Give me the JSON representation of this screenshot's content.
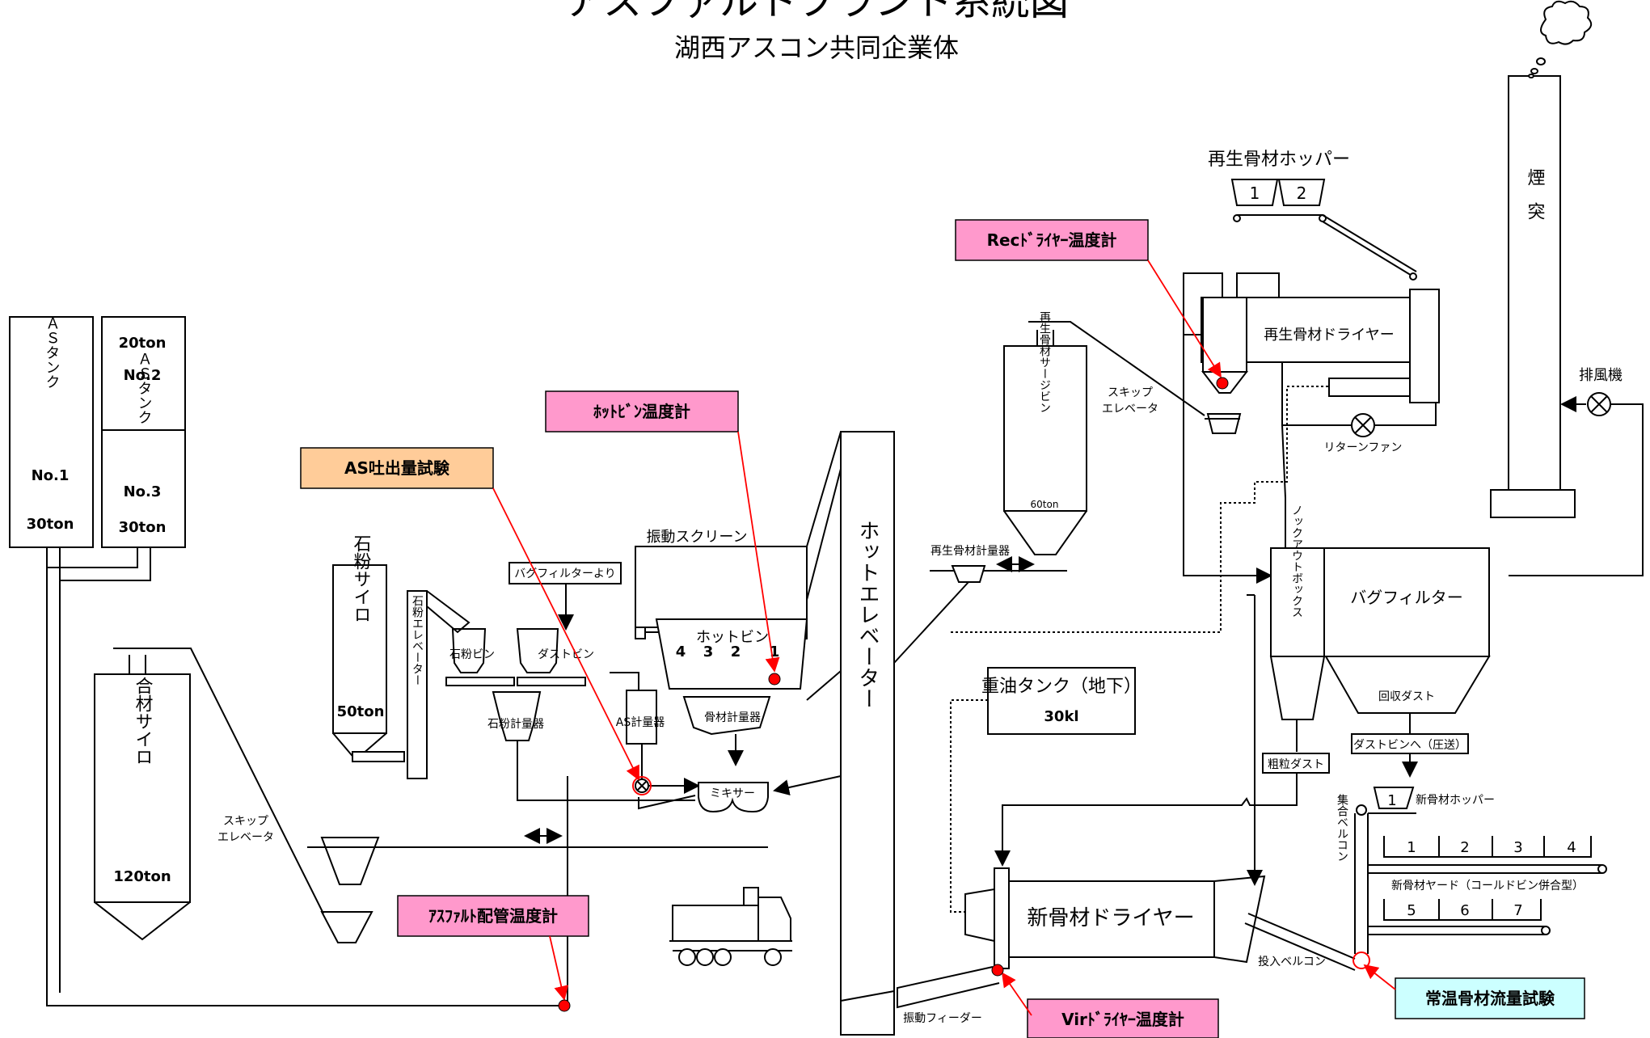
{
  "title": "アスファルトプラント系統図",
  "subtitle": "湖西アスコン共同企業体",
  "callouts": {
    "as_discharge_test": "AS吐出量試験",
    "hot_bin_thermometer": "ﾎｯﾄﾋﾞﾝ温度計",
    "rec_dryer_thermometer": "Recﾄﾞﾗｲﾔｰ温度計",
    "asphalt_pipe_thermometer": "ｱｽﾌｧﾙﾄ配管温度計",
    "vir_dryer_thermometer": "Virﾄﾞﾗｲﾔｰ温度計",
    "ambient_aggregate_flow_test": "常温骨材流量試験"
  },
  "as_tank_1": {
    "name": "ＡＳタンク",
    "no": "No.1",
    "capacity": "30ton"
  },
  "as_tank_23": {
    "top_capacity": "20ton",
    "top_no": "No.2",
    "name": "ＡＳタンク",
    "bottom_no": "No.3",
    "bottom_capacity": "30ton"
  },
  "mixed_silo": {
    "name": "合材サイロ",
    "capacity": "120ton"
  },
  "skip_elevator_left": {
    "line1": "スキップ",
    "line2": "エレベータ"
  },
  "stone_powder_silo": {
    "name": "石粉サイロ",
    "capacity": "50ton"
  },
  "stone_powder_elevator": "石粉エレベーター",
  "stone_powder_bin": "石粉ビン",
  "dust_bin": "ダストビン",
  "from_bag_filter": "バグフィルターより",
  "stone_powder_scale": "石粉計量器",
  "as_scale": "AS計量器",
  "vibrating_screen": "振動スクリーン",
  "hot_bin": {
    "label": "ホットビン",
    "bins": [
      "4",
      "3",
      "2",
      "1"
    ]
  },
  "aggregate_scale": "骨材計量器",
  "mixer": "ミキサー",
  "hot_elevator": "ホットエレベーター",
  "recycled_surge_bin": {
    "name": "再生骨材サージビン",
    "capacity": "60ton"
  },
  "recycled_scale": "再生骨材計量器",
  "skip_elevator_right": {
    "line1": "スキップ",
    "line2": "エレベータ"
  },
  "recycled_hopper": {
    "label": "再生骨材ホッパー",
    "bins": [
      "1",
      "2"
    ]
  },
  "recycled_dryer": "再生骨材ドライヤー",
  "return_fan": "リターンファン",
  "chimney": "煙突",
  "exhaust_fan": "排風機",
  "knockout_box": "ノックアウトボックス",
  "bag_filter": "バグフィルター",
  "recovered_dust": "回収ダスト",
  "to_dust_bin": "ダストビンへ（圧送）",
  "coarse_dust": "粗粒ダスト",
  "heavy_oil_tank": {
    "name": "重油タンク（地下）",
    "capacity": "30kl"
  },
  "new_aggregate_dryer": "新骨材ドライヤー",
  "vibrating_feeder": "振動フィーダー",
  "input_belt_conveyor": "投入ベルコン",
  "collecting_belt_conveyor": "集合ベルコン",
  "new_aggregate_hopper": {
    "no": "1",
    "label": "新骨材ホッパー"
  },
  "new_aggregate_yard": {
    "label": "新骨材ヤード（コールドビン併合型）",
    "row1": [
      "1",
      "2",
      "3",
      "4"
    ],
    "row2": [
      "5",
      "6",
      "7"
    ]
  },
  "colors": {
    "pink": "#ff99cc",
    "orange": "#ffcc99",
    "cyan": "#ccffff",
    "red": "#ff0000"
  }
}
